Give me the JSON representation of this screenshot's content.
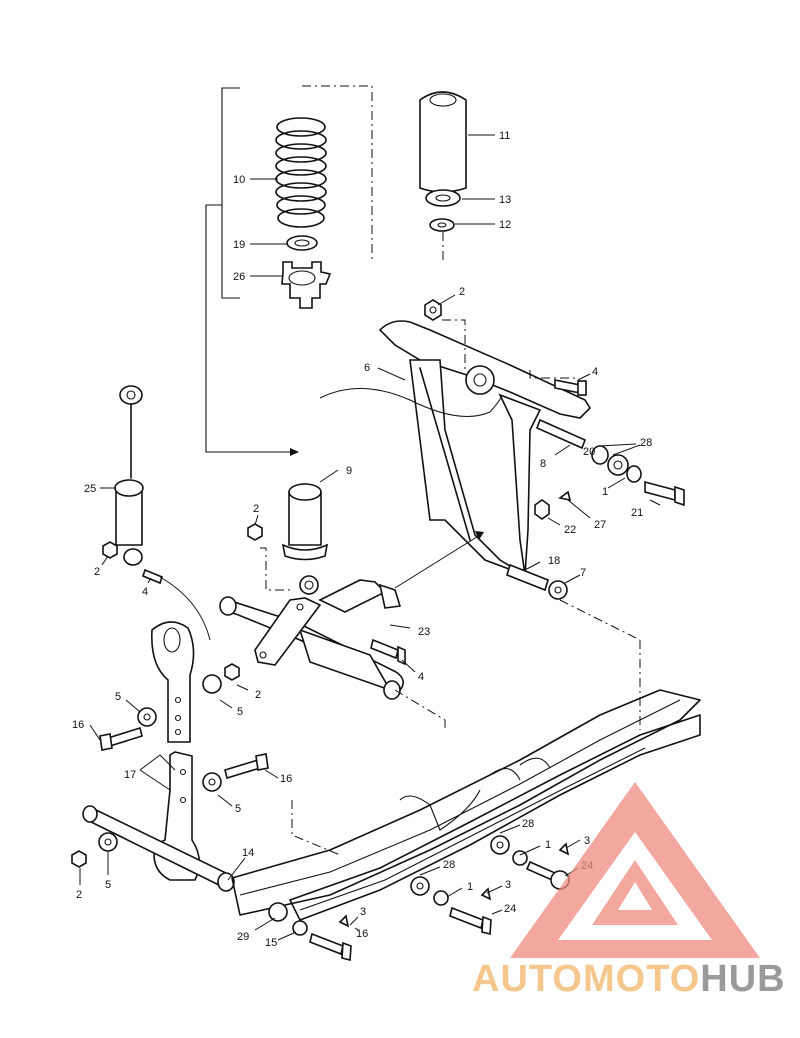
{
  "diagram": {
    "callouts": {
      "c1": "1",
      "c1b": "1",
      "c1c": "1",
      "c2a": "2",
      "c2b": "2",
      "c2c": "2",
      "c2d": "2",
      "c2e": "2",
      "c3a": "3",
      "c3b": "3",
      "c3c": "3",
      "c4a": "4",
      "c4b": "4",
      "c4c": "4",
      "c5a": "5",
      "c5b": "5",
      "c5c": "5",
      "c5d": "5",
      "c6": "6",
      "c7": "7",
      "c8": "8",
      "c9": "9",
      "c10": "10",
      "c11": "11",
      "c12": "12",
      "c13": "13",
      "c14": "14",
      "c15": "15",
      "c16a": "16",
      "c16b": "16",
      "c16c": "16",
      "c17": "17",
      "c18": "18",
      "c19": "19",
      "c20": "20",
      "c21": "21",
      "c22": "22",
      "c23": "23",
      "c24a": "24",
      "c24b": "24",
      "c25": "25",
      "c26": "26",
      "c27": "27",
      "c28a": "28",
      "c28b": "28",
      "c28c": "28",
      "c29": "29"
    }
  },
  "watermark": {
    "text_part1": "AUTOMOTO",
    "text_part2": "HUB",
    "color_primary": "#f08a7e",
    "color_secondary": "#9a9a9a"
  }
}
